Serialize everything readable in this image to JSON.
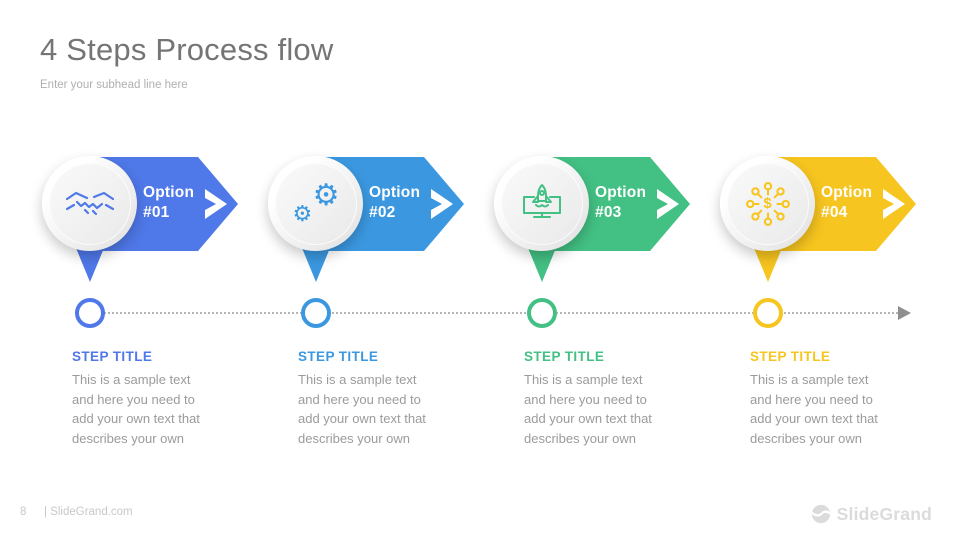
{
  "slide": {
    "title": "4 Steps Process flow",
    "subtitle": "Enter your subhead line here",
    "page_number": "8",
    "footer_site": "| SlideGrand.com",
    "brand_name": "SlideGrand"
  },
  "colors": {
    "step1": "#4F78E8",
    "step2": "#3B98E0",
    "step3": "#43C083",
    "step4": "#F7C51F",
    "timeline": "#B5B5B5",
    "timeline_arrow": "#8F8F8F"
  },
  "steps": [
    {
      "option_label": "Option",
      "option_number": "#01",
      "icon": "handshake-icon",
      "color": "#4F78E8",
      "step_title": "STEP TITLE",
      "description": "This is a sample text and here you need to add your own text that describes your own"
    },
    {
      "option_label": "Option",
      "option_number": "#02",
      "icon": "gears-icon",
      "color": "#3B98E0",
      "step_title": "STEP TITLE",
      "description": "This is a sample text and here you need to add your own text that describes your own"
    },
    {
      "option_label": "Option",
      "option_number": "#03",
      "icon": "rocket-launch-laptop-icon",
      "color": "#43C083",
      "step_title": "STEP TITLE",
      "description": "This is a sample text and here you need to add your own text that describes your own"
    },
    {
      "option_label": "Option",
      "option_number": "#04",
      "icon": "money-network-icon",
      "color": "#F7C51F",
      "step_title": "STEP TITLE",
      "description": "This is a sample text and here you need to add your own text that describes your own"
    }
  ]
}
